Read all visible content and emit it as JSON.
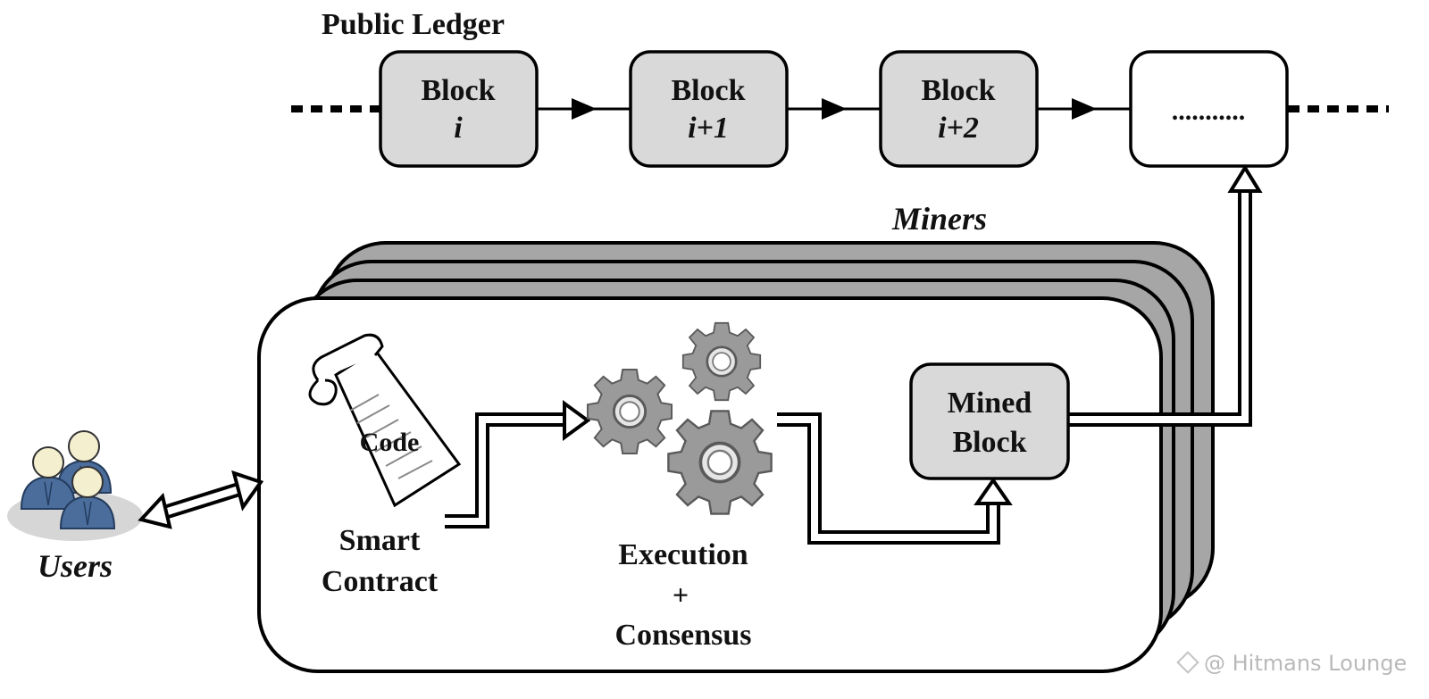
{
  "ledger": {
    "title": "Public Ledger",
    "blocks": [
      {
        "label": "Block",
        "index": "i"
      },
      {
        "label": "Block",
        "index": "i+1"
      },
      {
        "label": "Block",
        "index": "i+2"
      },
      {
        "label": "...........",
        "index": ""
      }
    ]
  },
  "miners": {
    "label": "Miners"
  },
  "users": {
    "label": "Users"
  },
  "contract": {
    "code_label": "Code",
    "line1": "Smart",
    "line2": "Contract"
  },
  "execution": {
    "line1": "Execution",
    "line2": "+",
    "line3": "Consensus"
  },
  "mined_block": {
    "line1": "Mined",
    "line2": "Block"
  },
  "watermark": {
    "text": "@ Hitmans Lounge"
  },
  "colors": {
    "block_fill": "#d9d9d9",
    "stack_fill": "#a6a6a6",
    "gear_fill": "#9a9a9a",
    "user_body": "#4a6d9c",
    "user_head": "#f3efcf"
  }
}
